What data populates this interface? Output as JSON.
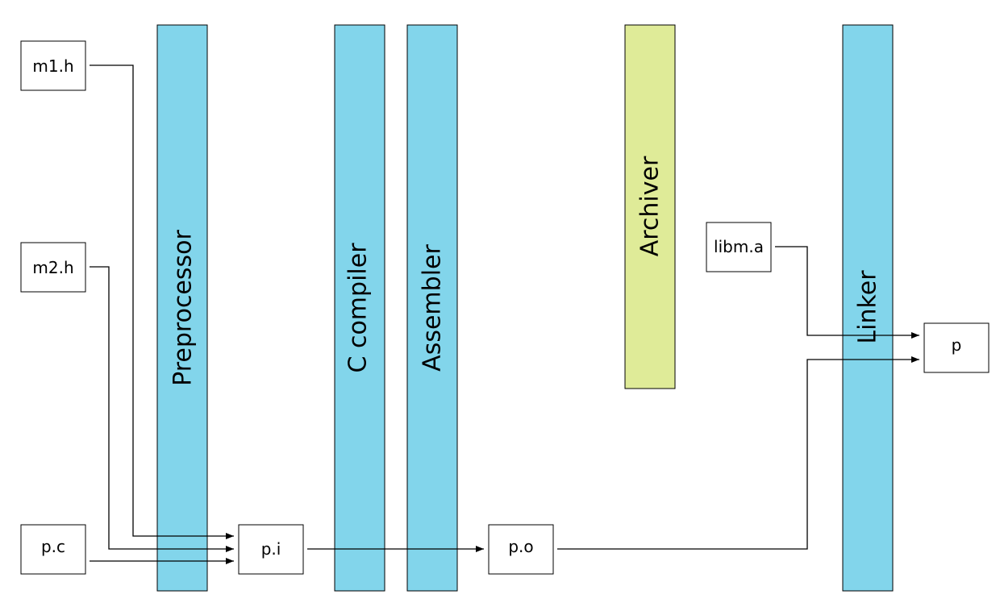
{
  "colors": {
    "tool": "#82d5eb",
    "archiver": "#dfeb98",
    "stroke": "#000000",
    "file_fill": "#ffffff"
  },
  "tools": {
    "preprocessor": "Preprocessor",
    "c_compiler": "C compiler",
    "assembler": "Assembler",
    "archiver": "Archiver",
    "linker": "Linker"
  },
  "files": {
    "m1_h": "m1.h",
    "m2_h": "m2.h",
    "p_c": "p.c",
    "p_i": "p.i",
    "p_o": "p.o",
    "libm_a": "libm.a",
    "p": "p"
  }
}
